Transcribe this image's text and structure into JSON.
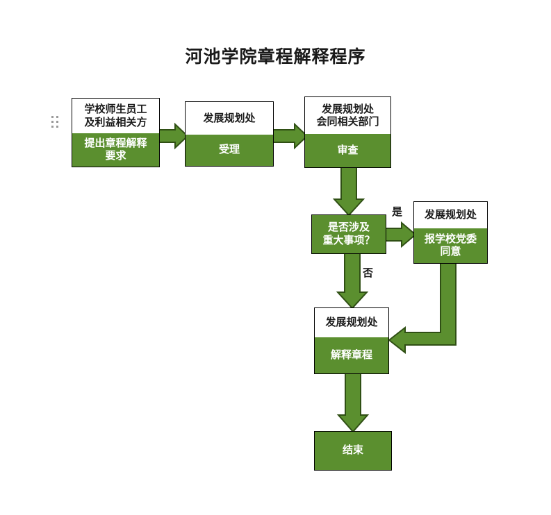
{
  "diagram": {
    "title": "河池学院章程解释程序",
    "type": "flowchart",
    "colors": {
      "fill_green": "#5b8f2f",
      "fill_white": "#ffffff",
      "stroke": "#000000",
      "arrow_fill": "#5b8f2f",
      "arrow_stroke": "#2f4f14",
      "text_dark": "#1a1a1a",
      "text_light": "#ffffff",
      "handle_dot": "#9a9a9a"
    },
    "nodes": [
      {
        "id": "request",
        "header": "学校师生员工\n及利益相关方",
        "header_lines": [
          "学校师生员工",
          "及利益相关方"
        ],
        "body": "提出章程解释\n要求",
        "body_lines": [
          "提出章程解释",
          "要求"
        ],
        "shape": "process"
      },
      {
        "id": "accept",
        "header": "发展规划处",
        "header_lines": [
          "发展规划处"
        ],
        "body": "受理",
        "body_lines": [
          "受理"
        ],
        "shape": "process"
      },
      {
        "id": "review",
        "header": "发展规划处\n会同相关部门",
        "header_lines": [
          "发展规划处",
          "会同相关部门"
        ],
        "body": "审查",
        "body_lines": [
          "审查"
        ],
        "shape": "process"
      },
      {
        "id": "decision",
        "header": "",
        "header_lines": [],
        "body": "是否涉及\n重大事项？",
        "body_lines": [
          "是否涉及",
          "重大事项？"
        ],
        "shape": "decision"
      },
      {
        "id": "party-approval",
        "header": "发展规划处",
        "header_lines": [
          "发展规划处"
        ],
        "body": "报学校党委\n同意",
        "body_lines": [
          "报学校党委",
          "同意"
        ],
        "shape": "process"
      },
      {
        "id": "interpret",
        "header": "发展规划处",
        "header_lines": [
          "发展规划处"
        ],
        "body": "解释章程",
        "body_lines": [
          "解释章程"
        ],
        "shape": "process"
      },
      {
        "id": "end",
        "header": "",
        "header_lines": [],
        "body": "结束",
        "body_lines": [
          "结束"
        ],
        "shape": "terminator"
      }
    ],
    "edges": [
      {
        "from": "request",
        "to": "accept",
        "label": "",
        "direction": "right"
      },
      {
        "from": "accept",
        "to": "review",
        "label": "",
        "direction": "right"
      },
      {
        "from": "review",
        "to": "decision",
        "label": "",
        "direction": "down"
      },
      {
        "from": "decision",
        "to": "party-approval",
        "label": "是",
        "direction": "right"
      },
      {
        "from": "decision",
        "to": "interpret",
        "label": "否",
        "direction": "down"
      },
      {
        "from": "party-approval",
        "to": "interpret",
        "label": "",
        "direction": "down-left"
      },
      {
        "from": "interpret",
        "to": "end",
        "label": "",
        "direction": "down"
      }
    ],
    "labels": {
      "yes": "是",
      "no": "否"
    },
    "handle": {
      "icon": "drag-dots-icon",
      "rows": 3,
      "cols": 2
    }
  }
}
